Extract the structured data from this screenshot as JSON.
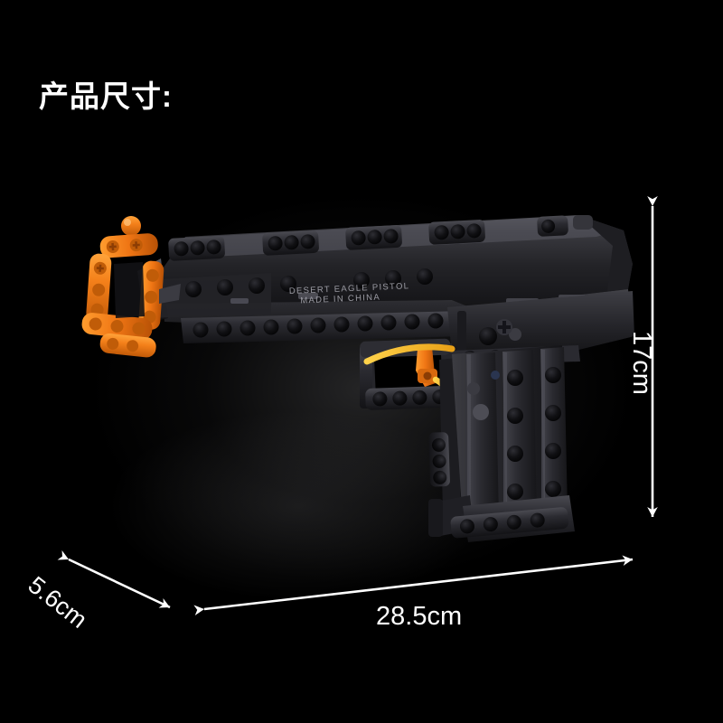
{
  "page": {
    "title": "产品尺寸:",
    "background_color": "#000000",
    "text_color": "#ffffff"
  },
  "product": {
    "name": "DESERT EAGLE PISTOL",
    "type": "building-block-pistol-model",
    "engraving_line_1": "DESERT EAGLE PISTOL",
    "engraving_line_2": "MADE IN CHINA",
    "body_color": "#2b2b2e",
    "accent_color": "#f07618",
    "accent_color_2": "#f5a623"
  },
  "dimensions": {
    "height": {
      "value": "17cm",
      "orientation": "vertical",
      "arrow": "double-ended"
    },
    "width": {
      "value": "28.5cm",
      "orientation": "horizontal",
      "arrow": "double-ended"
    },
    "depth": {
      "value": "5.6cm",
      "orientation": "diagonal",
      "arrow": "double-ended"
    }
  }
}
